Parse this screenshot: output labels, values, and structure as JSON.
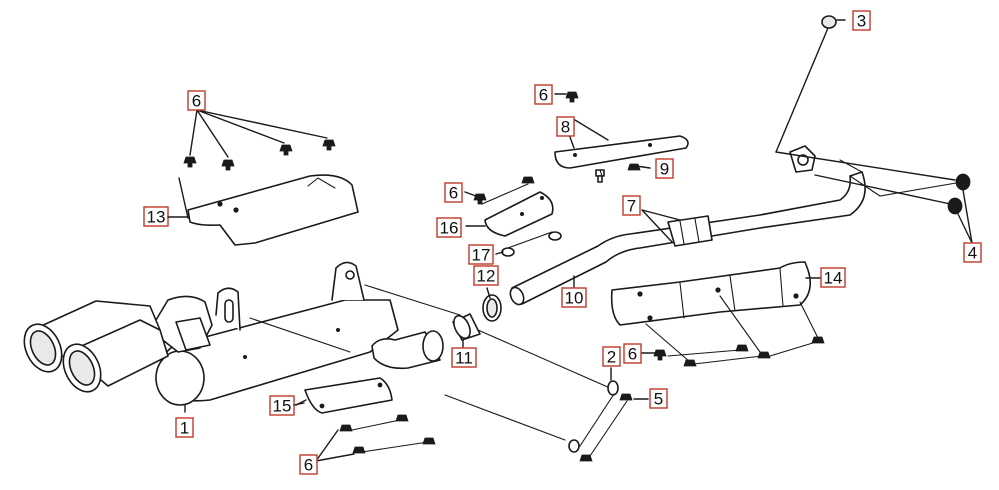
{
  "callouts": {
    "c1": "1",
    "c2": "2",
    "c3": "3",
    "c4": "4",
    "c5": "5",
    "c6a": "6",
    "c6b": "6",
    "c6c": "6",
    "c6d": "6",
    "c6e": "6",
    "c7": "7",
    "c8": "8",
    "c9": "9",
    "c10": "10",
    "c11": "11",
    "c12": "12",
    "c13": "13",
    "c14": "14",
    "c15": "15",
    "c16": "16",
    "c17": "17"
  },
  "colors": {
    "callout_border": "#c0392b",
    "line": "#1a1a1a",
    "fill": "#ffffff"
  }
}
